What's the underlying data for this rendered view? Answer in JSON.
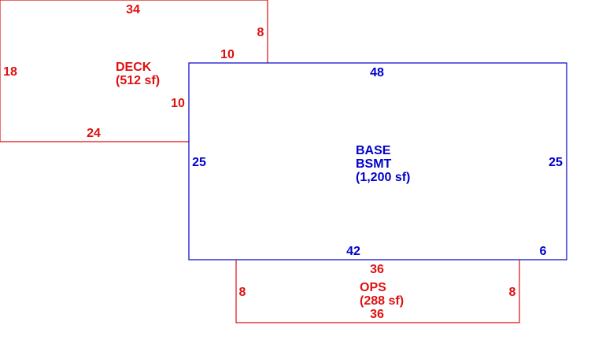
{
  "colors": {
    "red": "#dd1111",
    "blue": "#0000cc",
    "background": "#ffffff"
  },
  "deck": {
    "name": "DECK",
    "area": "(512 sf)",
    "dims": {
      "top": "34",
      "right_upper": "8",
      "step_top": "10",
      "step_side": "10",
      "left": "18",
      "bottom": "24"
    }
  },
  "base": {
    "name_line1": "BASE",
    "name_line2": "BSMT",
    "area": "(1,200 sf)",
    "dims": {
      "top": "48",
      "left": "25",
      "right": "25",
      "bottom": "42",
      "bottom_right": "6"
    }
  },
  "ops": {
    "name": "OPS",
    "area": "(288 sf)",
    "dims": {
      "top": "36",
      "left": "8",
      "right": "8",
      "bottom": "36"
    }
  }
}
